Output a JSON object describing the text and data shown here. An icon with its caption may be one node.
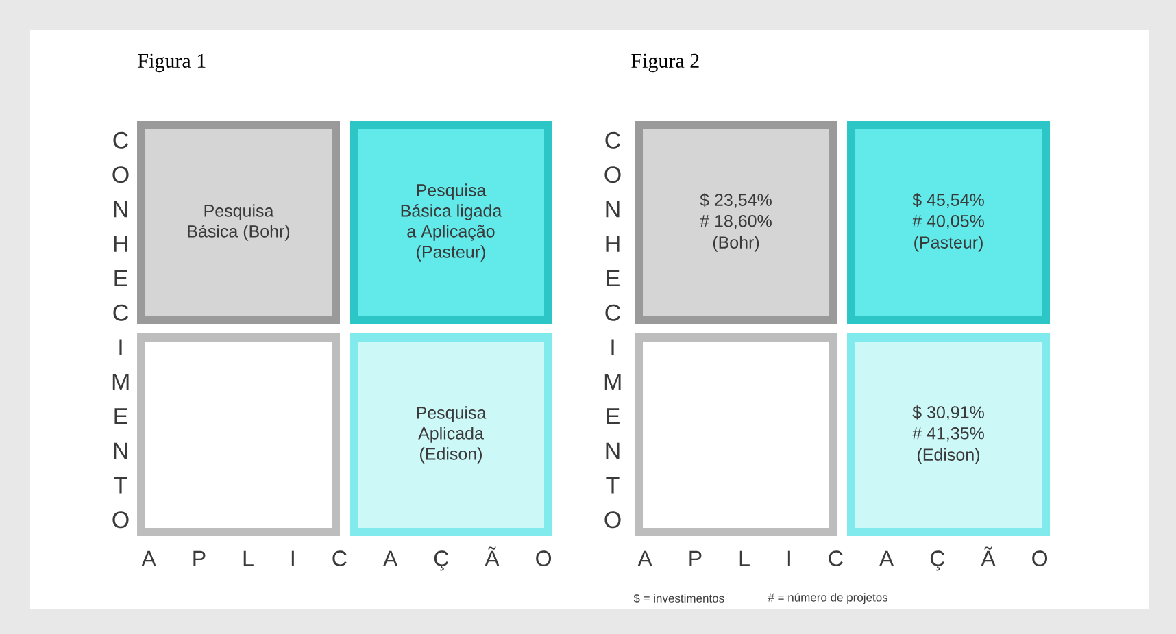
{
  "diagram": {
    "nodes": [
      {
        "text": [
          "Pesquisa Básica (Bohr)"
        ]
      },
      {
        "text": [
          "Pesquisa Básica ligada a Aplicação (Pasteur)"
        ]
      },
      {
        "text": [],
        "shape": "box"
      },
      {
        "text": [
          "Pesquisa Aplicada (Edison)"
        ]
      },
      {
        "text": [
          "$ 23,54%",
          "# 18,60%",
          "(Bohr)"
        ]
      },
      {
        "text": [
          "$ 45,54%",
          "# 40,05%",
          "(Pasteur)"
        ]
      },
      {
        "text": [],
        "shape": "box"
      },
      {
        "text": [
          "$ 30,91%",
          "# 41,35%",
          "(Edison)"
        ]
      }
    ],
    "labels": [
      "Figura 1",
      "Figura 2",
      "CONHECIMENTO",
      "A P L I C A Ç Ã O",
      "CONHECIMENTO",
      "A P L I C A Ç Ã O",
      "$ = investimentos",
      "# = número de projetos"
    ]
  }
}
